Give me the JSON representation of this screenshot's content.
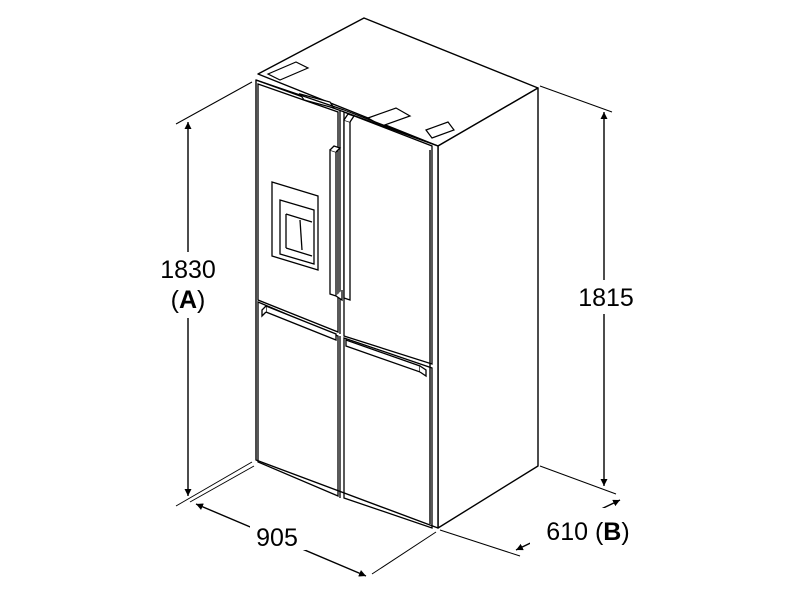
{
  "dimensions": {
    "height_total": {
      "value": "1830",
      "label_open": "(",
      "label_letter": "A",
      "label_close": ")"
    },
    "height_body": {
      "value": "1815"
    },
    "width": {
      "value": "905"
    },
    "depth": {
      "value": "610",
      "label_open": "(",
      "label_letter": "B",
      "label_close": ")"
    }
  },
  "colors": {
    "line": "#000000",
    "background": "#ffffff"
  }
}
